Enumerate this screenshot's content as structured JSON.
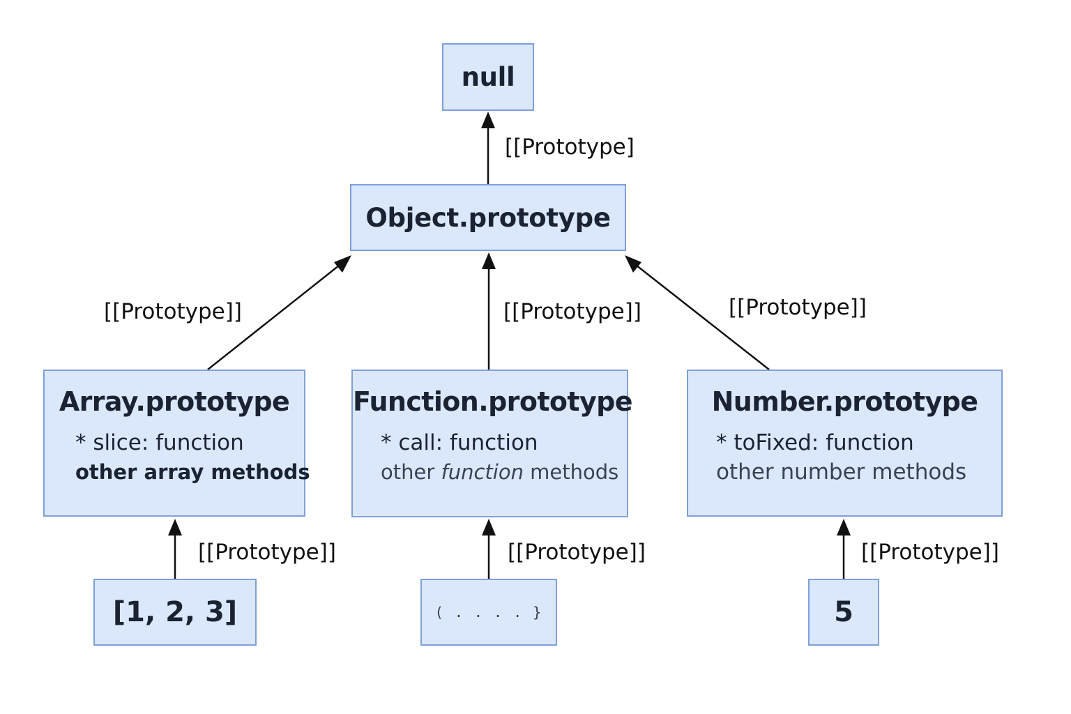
{
  "colors": {
    "node_fill": "#dbe8fb",
    "node_border": "#7ea0d8",
    "arrow": "#111111",
    "text": "#1b2333"
  },
  "nodes": {
    "null_node": {
      "label": "null"
    },
    "object_prototype": {
      "label": "Object.prototype"
    },
    "array_prototype": {
      "label": "Array.prototype",
      "methods": [
        "* slice: function",
        "other array methods"
      ]
    },
    "function_prototype": {
      "label": "Function.prototype",
      "method_1": "* call: function",
      "method_2_prefix": "other ",
      "method_2_italic": "function",
      "method_2_suffix": " methods"
    },
    "number_prototype": {
      "label": "Number.prototype",
      "methods": [
        "* toFixed: function",
        "other number methods"
      ]
    },
    "array_instance": {
      "label": "[1, 2, 3]"
    },
    "function_instance": {
      "label": "( . . . . }"
    },
    "number_instance": {
      "label": "5"
    }
  },
  "edges": [
    {
      "from": "object_prototype",
      "to": "null_node",
      "label": "[[Prototype]"
    },
    {
      "from": "array_prototype",
      "to": "object_prototype",
      "label": "[[Prototype]]"
    },
    {
      "from": "function_prototype",
      "to": "object_prototype",
      "label": "[[Prototype]]"
    },
    {
      "from": "number_prototype",
      "to": "object_prototype",
      "label": "[[Prototype]]"
    },
    {
      "from": "array_instance",
      "to": "array_prototype",
      "label": "[[Prototype]]"
    },
    {
      "from": "function_instance",
      "to": "function_prototype",
      "label": "[[Prototype]]"
    },
    {
      "from": "number_instance",
      "to": "number_prototype",
      "label": "[[Prototype]]"
    }
  ]
}
